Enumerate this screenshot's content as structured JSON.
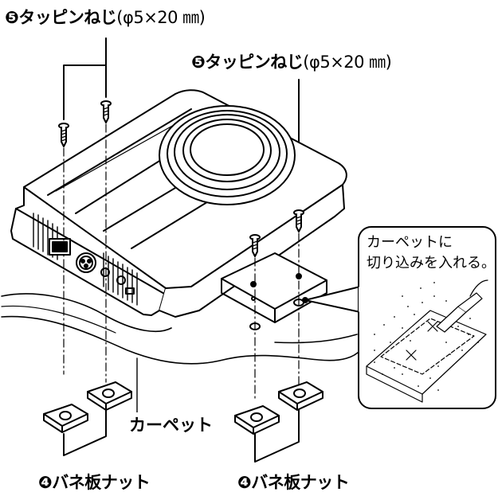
{
  "screw_label": {
    "marker": "❺",
    "name": "タッピンねじ",
    "spec": "(φ5×20 ㎜)"
  },
  "nut_label": {
    "marker": "❹",
    "name": "バネ板ナット"
  },
  "carpet_label": "カーペット",
  "callout": {
    "line1": "カーペットに",
    "line2": "切り込みを入れる。"
  }
}
